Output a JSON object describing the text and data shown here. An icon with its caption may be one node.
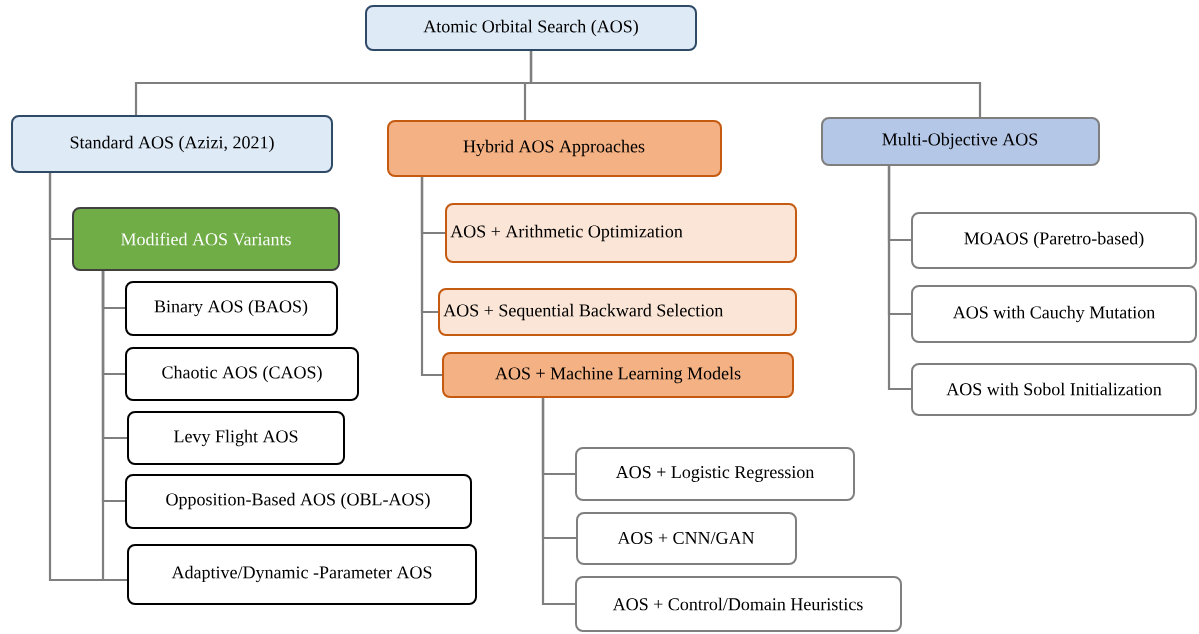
{
  "diagram": {
    "nodes": [
      {
        "text": [
          "Atomic Orbital Search (AOS)"
        ]
      },
      {
        "text": [
          "Standard AOS (Azizi, 2021)"
        ]
      },
      {
        "text": [
          "Hybrid AOS Approaches"
        ]
      },
      {
        "text": [
          "Multi-Objective AOS"
        ]
      },
      {
        "text": [
          "Modified AOS Variants"
        ]
      },
      {
        "text": [
          "Binary AOS (BAOS)"
        ]
      },
      {
        "text": [
          "Chaotic AOS (CAOS)"
        ]
      },
      {
        "text": [
          "Levy Flight AOS"
        ]
      },
      {
        "text": [
          "Opposition-Based AOS (OBL-AOS)"
        ]
      },
      {
        "text": [
          "Adaptive/Dynamic -Parameter AOS"
        ]
      },
      {
        "text": [
          "AOS + Arithmetic Optimization"
        ]
      },
      {
        "text": [
          "AOS + Sequential Backward Selection"
        ]
      },
      {
        "text": [
          "AOS + Machine Learning Models"
        ]
      },
      {
        "text": [
          "AOS + Logistic Regression"
        ]
      },
      {
        "text": [
          "AOS + CNN/GAN"
        ]
      },
      {
        "text": [
          "AOS + Control/Domain Heuristics"
        ]
      },
      {
        "text": [
          "MOAOS (Paretro-based)"
        ]
      },
      {
        "text": [
          "AOS with Cauchy Mutation"
        ]
      },
      {
        "text": [
          "AOS with Sobol Initialization"
        ]
      }
    ],
    "edges": [
      {
        "from": 0,
        "to": 1,
        "arrow": "none"
      },
      {
        "from": 0,
        "to": 2,
        "arrow": "none"
      },
      {
        "from": 0,
        "to": 3,
        "arrow": "none"
      },
      {
        "from": 1,
        "to": 4,
        "arrow": "none"
      },
      {
        "from": 1,
        "to": 9,
        "arrow": "none"
      },
      {
        "from": 4,
        "to": 5,
        "arrow": "none"
      },
      {
        "from": 4,
        "to": 6,
        "arrow": "none"
      },
      {
        "from": 4,
        "to": 7,
        "arrow": "none"
      },
      {
        "from": 4,
        "to": 8,
        "arrow": "none"
      },
      {
        "from": 4,
        "to": 9,
        "arrow": "none"
      },
      {
        "from": 2,
        "to": 10,
        "arrow": "none"
      },
      {
        "from": 2,
        "to": 11,
        "arrow": "none"
      },
      {
        "from": 2,
        "to": 12,
        "arrow": "none"
      },
      {
        "from": 12,
        "to": 13,
        "arrow": "none"
      },
      {
        "from": 12,
        "to": 14,
        "arrow": "none"
      },
      {
        "from": 12,
        "to": 15,
        "arrow": "none"
      },
      {
        "from": 3,
        "to": 16,
        "arrow": "none"
      },
      {
        "from": 3,
        "to": 17,
        "arrow": "none"
      },
      {
        "from": 3,
        "to": 18,
        "arrow": "none"
      }
    ]
  }
}
